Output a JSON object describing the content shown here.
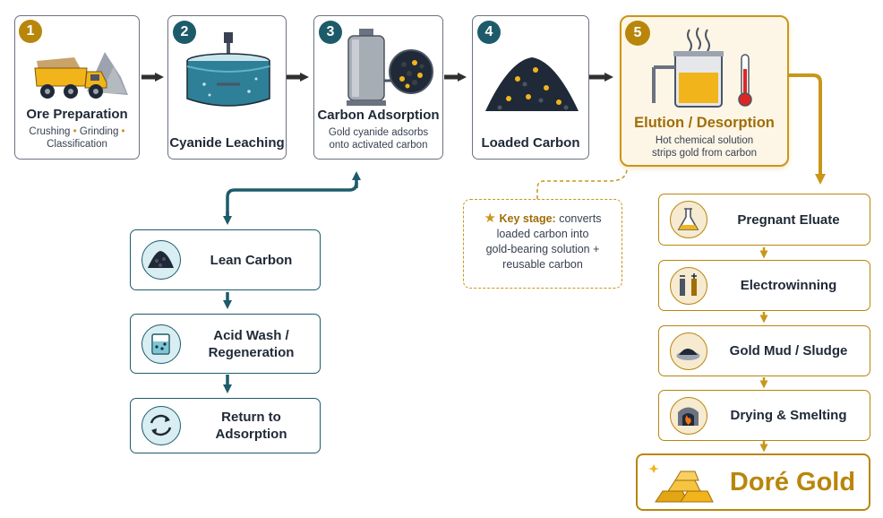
{
  "steps": [
    {
      "num": "1",
      "title": "Ore Preparation",
      "sub_a": "Crushing",
      "sep1": "•",
      "sub_b": "Grinding",
      "sep2": "•",
      "sub_c": "Classification"
    },
    {
      "num": "2",
      "title": "Cyanide Leaching"
    },
    {
      "num": "3",
      "title": "Carbon Adsorption",
      "sub_line1": "Gold cyanide adsorbs",
      "sub_line2": "onto activated carbon"
    },
    {
      "num": "4",
      "title": "Loaded Carbon"
    },
    {
      "num": "5",
      "title": "Elution / Desorption",
      "sub_line1": "Hot chemical solution",
      "sub_line2": "strips gold from carbon"
    }
  ],
  "note": {
    "star": "★",
    "key": "Key stage:",
    "line1": "converts",
    "line2": "loaded carbon into",
    "line3": "gold-bearing solution +",
    "line4": "reusable carbon"
  },
  "regeneration": [
    {
      "label_line1": "Lean Carbon",
      "label_line2": ""
    },
    {
      "label_line1": "Acid Wash /",
      "label_line2": "Regeneration"
    },
    {
      "label_line1": "Return to Adsorption",
      "label_line2": ""
    }
  ],
  "recovery": [
    {
      "label": "Pregnant Eluate"
    },
    {
      "label": "Electrowinning"
    },
    {
      "label": "Gold Mud / Sludge"
    },
    {
      "label": "Drying & Smelting"
    }
  ],
  "final": {
    "label": "Doré Gold"
  },
  "colors": {
    "teal": "#1d5b6b",
    "gold": "#b8860b",
    "arrow_dark": "#2f2f2f",
    "final_text": "#b8860b"
  }
}
